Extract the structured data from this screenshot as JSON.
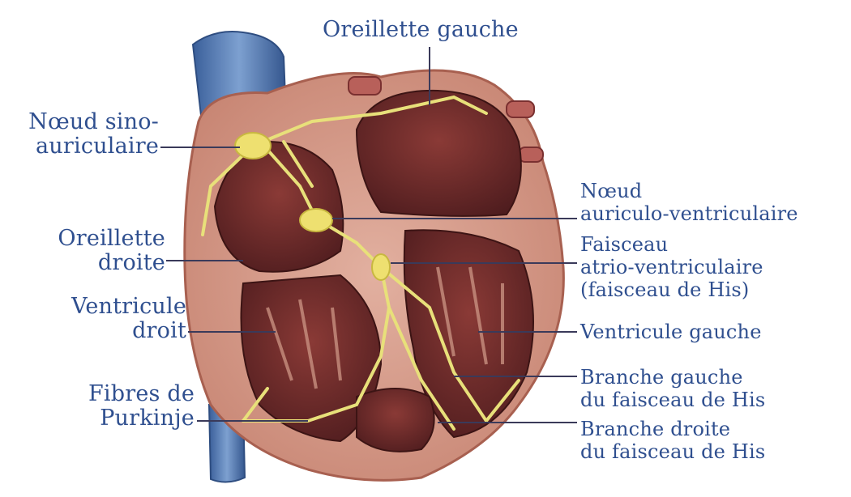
{
  "labels": {
    "oreillette_gauche": "Oreillette gauche",
    "noeud_sinusal": [
      "Nœud sino-",
      "auriculaire"
    ],
    "oreillette_droite": [
      "Oreillette",
      "droite"
    ],
    "ventricule_droit": [
      "Ventricule",
      "droit"
    ],
    "fibres_purkinje": [
      "Fibres de",
      "Purkinje"
    ],
    "noeud_av": [
      "Nœud",
      "auriculo-ventriculaire"
    ],
    "faisceau_his": [
      "Faisceau",
      "atrio-ventriculaire",
      "(faisceau de His)"
    ],
    "ventricule_gauche": "Ventricule gauche",
    "branche_gauche": [
      "Branche gauche",
      "du faisceau de His"
    ],
    "branche_droite": [
      "Branche droite",
      "du faisceau de His"
    ]
  },
  "colors": {
    "label_text": "#2f4f8f",
    "vessel_blue": "#4a6fa8",
    "myocardium": "#d49a8c",
    "chamber_dark": "#6b2a2a",
    "conduction_yellow": "#e8e07a",
    "leader_line": "#3a3a5a"
  }
}
